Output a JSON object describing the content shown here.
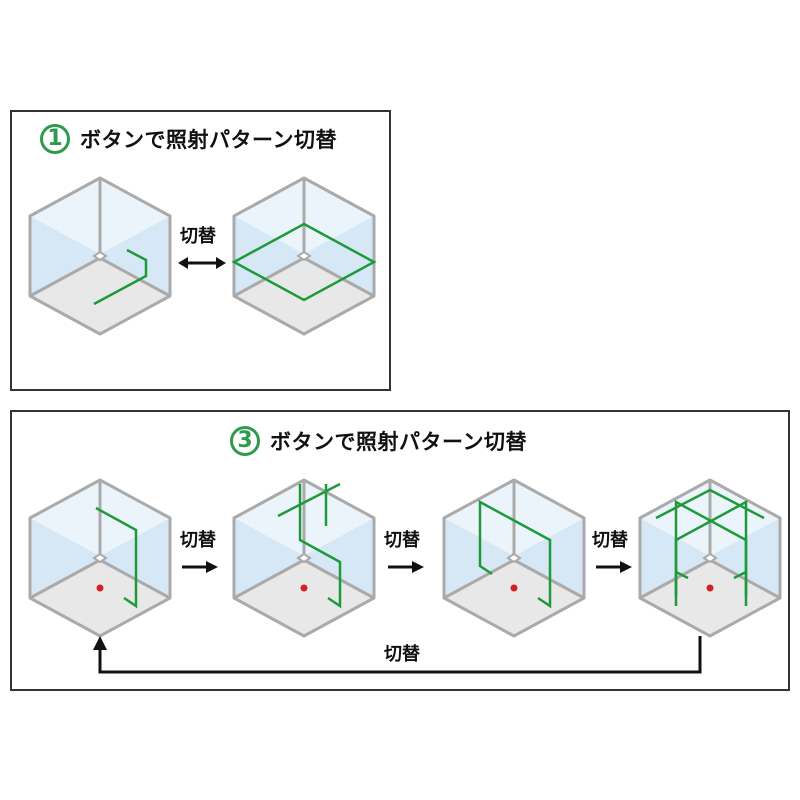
{
  "panel1": {
    "number": "1",
    "title": "ボタンで照射パターン切替",
    "switch_label": "切替"
  },
  "panel3": {
    "number": "3",
    "title": "ボタンで照射パターン切替",
    "switch_labels": [
      "切替",
      "切替",
      "切替"
    ],
    "return_label": "切替"
  },
  "colors": {
    "laser_green": "#1f9a3a",
    "laser_dot_red": "#d42020",
    "cube_wall_blue": "#d9e9f5",
    "cube_floor_gray": "#e6e6e6",
    "cube_edge_gray": "#aaaaaa",
    "border": "#333333"
  }
}
